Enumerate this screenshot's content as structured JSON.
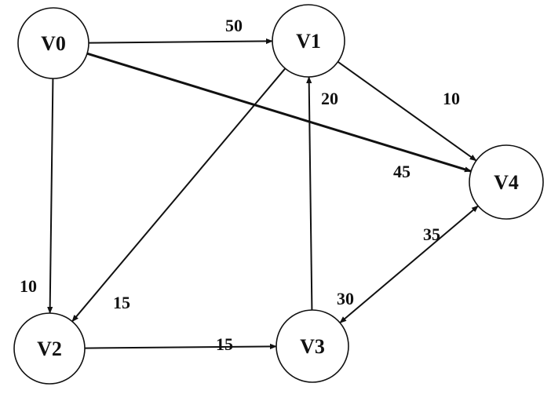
{
  "diagram": {
    "type": "weighted-directed-graph",
    "nodes": [
      {
        "id": "V0",
        "label": "V0"
      },
      {
        "id": "V1",
        "label": "V1"
      },
      {
        "id": "V2",
        "label": "V2"
      },
      {
        "id": "V3",
        "label": "V3"
      },
      {
        "id": "V4",
        "label": "V4"
      }
    ],
    "edges": [
      {
        "from": "V0",
        "to": "V1",
        "weight": "50",
        "bidirectional": false
      },
      {
        "from": "V0",
        "to": "V4",
        "weight": "45",
        "bidirectional": false
      },
      {
        "from": "V0",
        "to": "V2",
        "weight": "10",
        "bidirectional": false
      },
      {
        "from": "V1",
        "to": "V4",
        "weight": "10",
        "bidirectional": false
      },
      {
        "from": "V1",
        "to": "V2",
        "weight": "15",
        "bidirectional": false
      },
      {
        "from": "V3",
        "to": "V1",
        "weight": "20",
        "bidirectional": false
      },
      {
        "from": "V2",
        "to": "V3",
        "weight": "15",
        "bidirectional": false
      },
      {
        "from": "V3",
        "to": "V4",
        "weight": "35",
        "bidirectional": true,
        "reverse_weight": "30"
      }
    ]
  }
}
